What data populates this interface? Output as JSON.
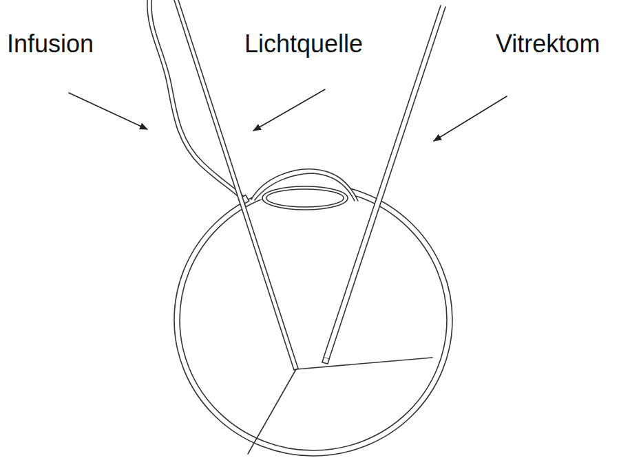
{
  "diagram": {
    "labels": [
      "Infusion",
      "Lichtquelle",
      "Vitrektom"
    ]
  }
}
